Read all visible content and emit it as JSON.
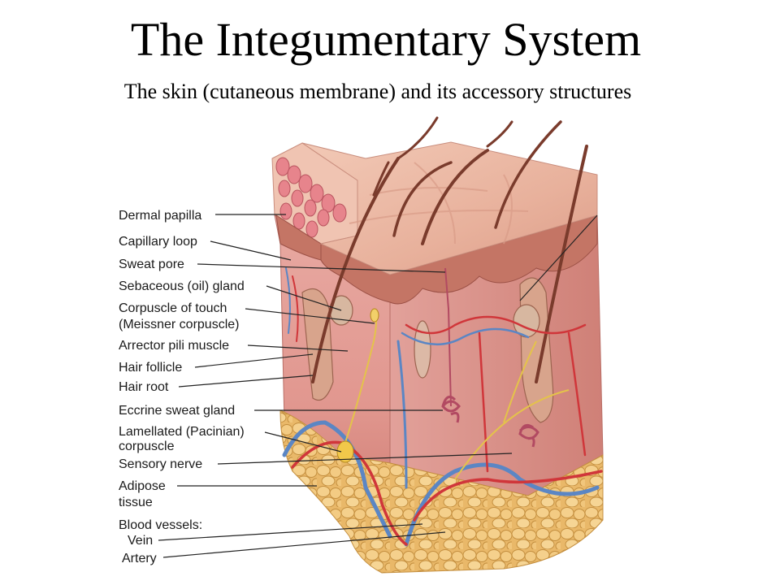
{
  "slide": {
    "title": "The Integumentary System",
    "subtitle": "The skin (cutaneous membrane) and its accessory structures"
  },
  "labels": {
    "dermal_papilla": "Dermal papilla",
    "capillary_loop": "Capillary loop",
    "sweat_pore": "Sweat pore",
    "sebaceous_gland": "Sebaceous (oil) gland",
    "corpuscle_touch_1": "Corpuscle of touch",
    "corpuscle_touch_2": "(Meissner corpuscle)",
    "arrector_pili": "Arrector pili muscle",
    "hair_follicle": "Hair follicle",
    "hair_root": "Hair root",
    "eccrine_gland": "Eccrine sweat gland",
    "lamellated_1": "Lamellated (Pacinian)",
    "lamellated_2": "corpuscle",
    "sensory_nerve": "Sensory nerve",
    "adipose_1": "Adipose",
    "adipose_2": "tissue",
    "blood_vessels": "Blood vessels:",
    "vein": "Vein",
    "artery": "Artery"
  },
  "colors": {
    "epidermis_top": "#e9b5a1",
    "epidermis_dark": "#b46a5c",
    "dermis": "#e7a7a0",
    "dermis_dark": "#c9776f",
    "adipose": "#efc37a",
    "adipose_edge": "#c99443",
    "hair": "#7a3b2c",
    "vein": "#5b86c4",
    "artery": "#d0363a",
    "nerve": "#e4c34a"
  }
}
